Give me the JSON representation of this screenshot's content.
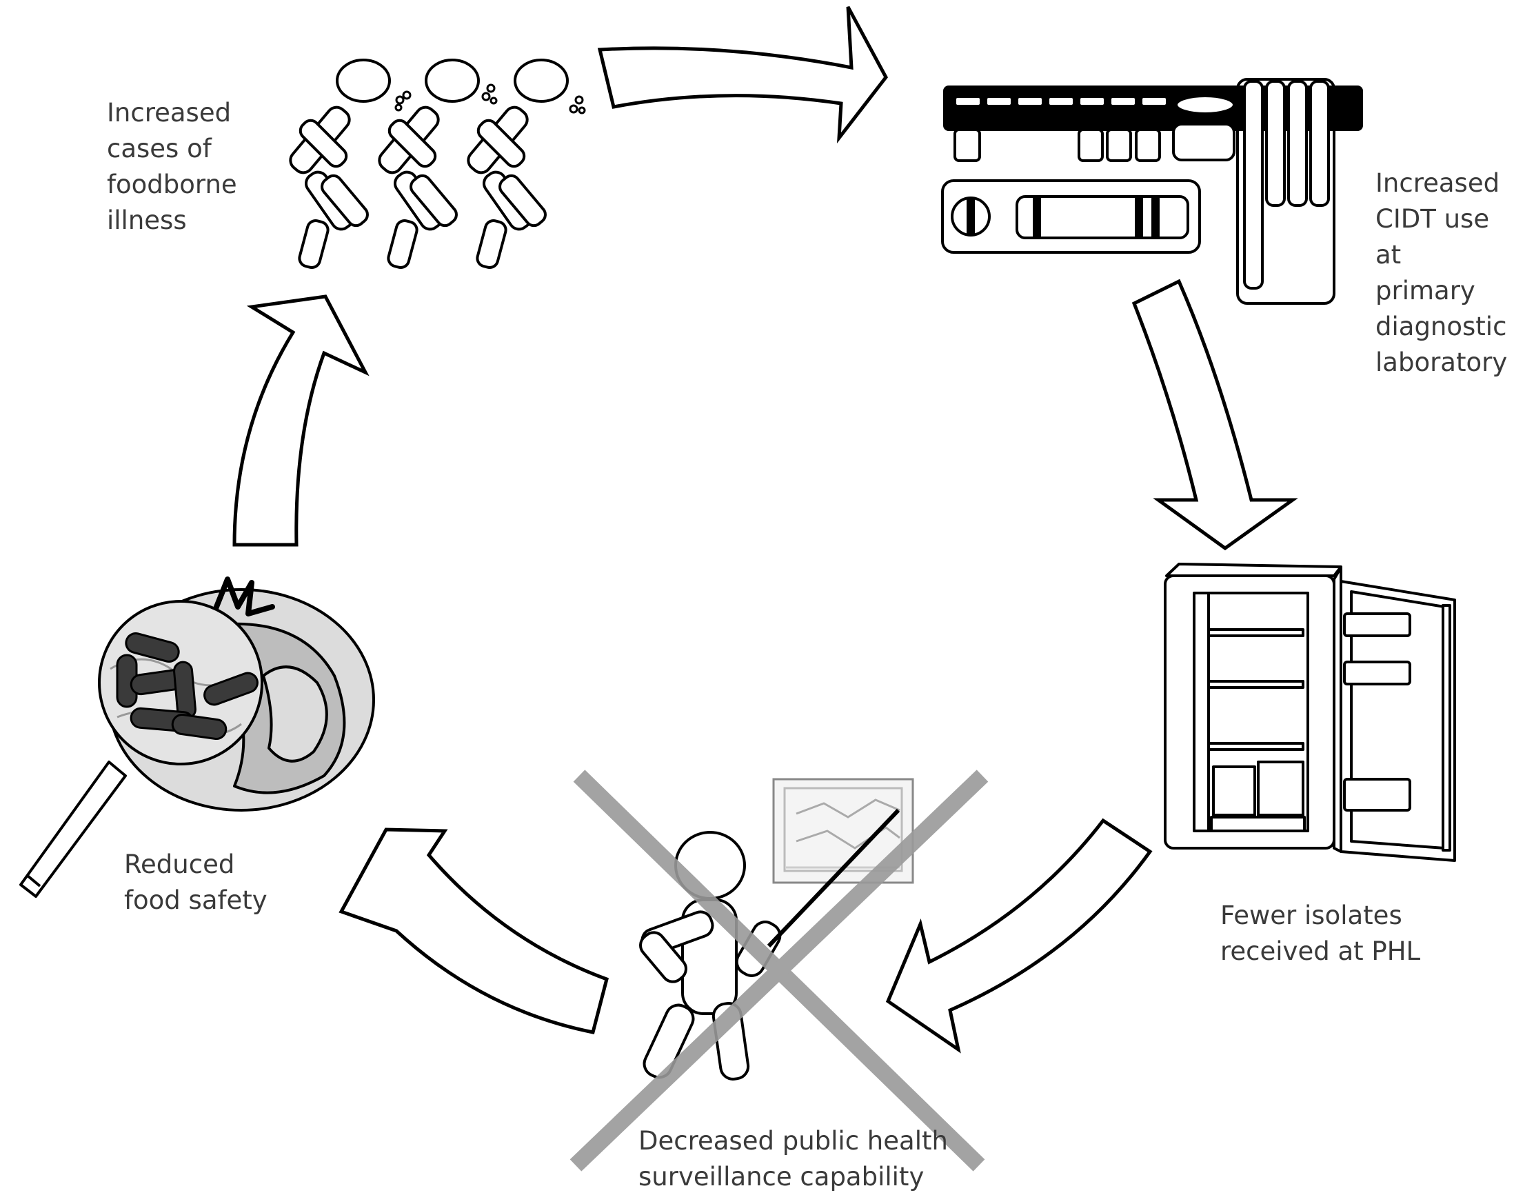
{
  "cycle": {
    "steps": [
      {
        "id": "illness",
        "label": "Increased\ncases of\nfoodborne\nillness",
        "icon": "sick-people-icon"
      },
      {
        "id": "cidt",
        "label": "Increased\nCIDT use at\nprimary\ndiagnostic\nlaboratory",
        "icon": "lab-test-kit-icon"
      },
      {
        "id": "isolates",
        "label": "Fewer isolates\nreceived at PHL",
        "icon": "refrigerator-icon"
      },
      {
        "id": "surveillance",
        "label": "Decreased public health\nsurveillance capability",
        "icon": "presenter-crossed-out-icon"
      },
      {
        "id": "food",
        "label": "Reduced\nfood safety",
        "icon": "magnified-tomato-bacteria-icon"
      }
    ]
  },
  "colors": {
    "stroke": "#000000",
    "fill": "#ffffff",
    "text": "#3a3a3a",
    "cross": "#9a9a9a",
    "bacteria": "#3a3a3a",
    "tomato_shade": "#cfcfcf"
  }
}
